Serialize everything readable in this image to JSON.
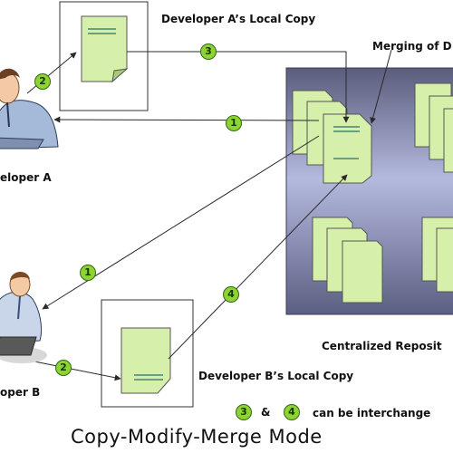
{
  "title": "Copy-Modify-Merge Mode",
  "labels": {
    "dev_a_local": "Developer A’s Local Copy",
    "merging": "Merging of D",
    "developer_a": "eloper A",
    "developer_b": "oper B",
    "dev_b_local": "Developer B’s Local Copy",
    "central_repo": "Centralized Reposit"
  },
  "steps": {
    "a_get": "1",
    "a_edit": "2",
    "a_commit": "3",
    "b_get": "1",
    "b_edit": "2",
    "b_commit": "4"
  },
  "legend": {
    "step_three": "3",
    "ampersand": "&",
    "step_four": "4",
    "text": "can be interchange"
  },
  "colors": {
    "doc_fill": "#d6efaa",
    "doc_line": "#2d6f66",
    "badge_fill": "#8fd233",
    "repo_mid": "#b4b9de",
    "arrow": "#2a2a2a"
  }
}
